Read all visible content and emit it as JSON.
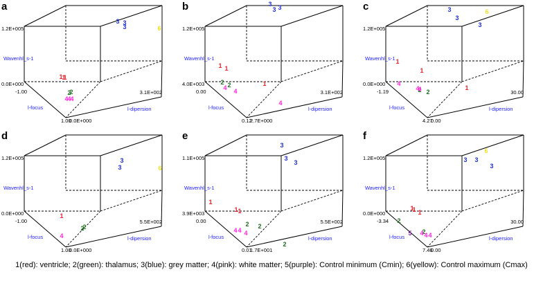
{
  "colors": {
    "1": "#e8202a",
    "2": "#1f6e1f",
    "3": "#1f2fd0",
    "4": "#ff22dd",
    "5": "#7a1fa0",
    "6": "#f0e020",
    "axis_title": "#1a1aff"
  },
  "panels": [
    {
      "id": "a",
      "label": "a",
      "y_title": "Wavenhl_s-1",
      "x_title": "l-focus",
      "z_title": "l-dipersion",
      "ticks": [
        "1.2E+005",
        "0.0E+000",
        "-1.00",
        "1.00",
        "0.0E+000",
        "3.1E+002"
      ],
      "points": [
        {
          "c": "1",
          "t": "1"
        },
        {
          "c": "1",
          "t": "1"
        },
        {
          "c": "1",
          "t": "1"
        },
        {
          "c": "2",
          "t": "2"
        },
        {
          "c": "2",
          "t": "2"
        },
        {
          "c": "3",
          "t": "3"
        },
        {
          "c": "3",
          "t": "3"
        },
        {
          "c": "3",
          "t": "3"
        },
        {
          "c": "4",
          "t": "4"
        },
        {
          "c": "4",
          "t": "4"
        },
        {
          "c": "4",
          "t": "4"
        },
        {
          "c": "6",
          "t": "6"
        }
      ]
    },
    {
      "id": "b",
      "label": "b",
      "y_title": "Wavenhl_s-1",
      "x_title": "l-focus",
      "z_title": "l-dipersion",
      "ticks": [
        "1.2E+005",
        "4.0E+003",
        "0.00",
        "0.12",
        "2.7E+000",
        "3.1E+002"
      ],
      "points": [
        {
          "c": "1",
          "t": "1"
        },
        {
          "c": "1",
          "t": "1"
        },
        {
          "c": "1",
          "t": "1"
        },
        {
          "c": "2",
          "t": "2"
        },
        {
          "c": "2",
          "t": "2"
        },
        {
          "c": "3",
          "t": "3"
        },
        {
          "c": "3",
          "t": "3"
        },
        {
          "c": "3",
          "t": "3"
        },
        {
          "c": "4",
          "t": "4"
        },
        {
          "c": "4",
          "t": "4"
        },
        {
          "c": "4",
          "t": "4"
        }
      ]
    },
    {
      "id": "c",
      "label": "c",
      "y_title": "Wavenhl_s-1",
      "x_title": "l-focus",
      "z_title": "l-dipersion",
      "ticks": [
        "1.2E+005",
        "0.0E+000",
        "-1.19",
        "4.27",
        "0.00",
        "30.00"
      ],
      "points": [
        {
          "c": "1",
          "t": "1"
        },
        {
          "c": "1",
          "t": "1"
        },
        {
          "c": "1",
          "t": "1"
        },
        {
          "c": "2",
          "t": "2"
        },
        {
          "c": "2",
          "t": "2"
        },
        {
          "c": "3",
          "t": "3"
        },
        {
          "c": "3",
          "t": "3"
        },
        {
          "c": "3",
          "t": "3"
        },
        {
          "c": "4",
          "t": "4"
        },
        {
          "c": "4",
          "t": "4"
        },
        {
          "c": "4",
          "t": "4"
        },
        {
          "c": "6",
          "t": "6"
        }
      ]
    },
    {
      "id": "d",
      "label": "d",
      "y_title": "Wavenhl_s-1",
      "x_title": "l-focus",
      "z_title": "l-dipersion",
      "ticks": [
        "1.2E+005",
        "0.0E+000",
        "-1.00",
        "1.00",
        "0.0E+000",
        "5.5E+002"
      ],
      "points": [
        {
          "c": "1",
          "t": "1"
        },
        {
          "c": "2",
          "t": "2"
        },
        {
          "c": "2",
          "t": "2"
        },
        {
          "c": "3",
          "t": "3"
        },
        {
          "c": "3",
          "t": "3"
        },
        {
          "c": "4",
          "t": "4"
        },
        {
          "c": "6",
          "t": "6"
        }
      ]
    },
    {
      "id": "e",
      "label": "e",
      "y_title": "Wavenhl_s-1",
      "x_title": "l-focus",
      "z_title": "l-dipersion",
      "ticks": [
        "1.1E+005",
        "3.9E+003",
        "0.00",
        "0.01",
        "1.7E+001",
        "5.5E+002"
      ],
      "points": [
        {
          "c": "1",
          "t": "1"
        },
        {
          "c": "1",
          "t": "1"
        },
        {
          "c": "1",
          "t": "1"
        },
        {
          "c": "2",
          "t": "2"
        },
        {
          "c": "2",
          "t": "2"
        },
        {
          "c": "2",
          "t": "2"
        },
        {
          "c": "3",
          "t": "3"
        },
        {
          "c": "3",
          "t": "3"
        },
        {
          "c": "3",
          "t": "3"
        },
        {
          "c": "4",
          "t": "4"
        },
        {
          "c": "4",
          "t": "4"
        },
        {
          "c": "4",
          "t": "4"
        }
      ]
    },
    {
      "id": "f",
      "label": "f",
      "y_title": "Wavenhl_s-1",
      "x_title": "l-focus",
      "z_title": "l-dipersion",
      "ticks": [
        "1.2E+005",
        "0.0E+000",
        "-3.34",
        "7.46",
        "0.00",
        "30.00"
      ],
      "points": [
        {
          "c": "1",
          "t": "1"
        },
        {
          "c": "1",
          "t": "1"
        },
        {
          "c": "1",
          "t": "1"
        },
        {
          "c": "2",
          "t": "2"
        },
        {
          "c": "2",
          "t": "2"
        },
        {
          "c": "3",
          "t": "3"
        },
        {
          "c": "3",
          "t": "3"
        },
        {
          "c": "3",
          "t": "3"
        },
        {
          "c": "4",
          "t": "4"
        },
        {
          "c": "4",
          "t": "4"
        },
        {
          "c": "4",
          "t": "4"
        },
        {
          "c": "5",
          "t": "5"
        },
        {
          "c": "6",
          "t": "6"
        }
      ]
    }
  ],
  "caption": "1(red): ventricle;  2(green): thalamus; 3(blue): grey matter; 4(pink): white matter; 5(purple): Control minimum (Cmin); 6(yellow): Control maximum (Cmax)"
}
